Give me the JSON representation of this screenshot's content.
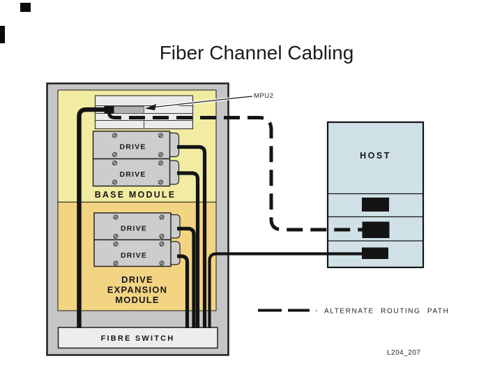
{
  "title": "Fiber Channel Cabling",
  "figure_id": "L204_207",
  "colors": {
    "enclosure_bg": "#c5c6c7",
    "base_module_bg": "#f2eca3",
    "expansion_module_bg": "#f3d483",
    "controller_bg": "#ebebeb",
    "drive_bg": "#cdcdcd",
    "fibre_switch_bg": "#ededee",
    "host_bg": "#cfe1e6",
    "cable": "#141414"
  },
  "enclosure": {
    "mpu2": {
      "label": "MPU2"
    },
    "base_module": {
      "label": "BASE MODULE",
      "drives": [
        {
          "label": "DRIVE"
        },
        {
          "label": "DRIVE"
        }
      ]
    },
    "expansion_module": {
      "label_lines": [
        "DRIVE",
        "EXPANSION",
        "MODULE"
      ],
      "drives": [
        {
          "label": "DRIVE"
        },
        {
          "label": "DRIVE"
        }
      ]
    },
    "fibre_switch": {
      "label": "FIBRE SWITCH"
    }
  },
  "host": {
    "label": "HOST",
    "ports": 3
  },
  "legend": {
    "separator": "-",
    "label": "ALTERNATE ROUTING PATH"
  }
}
